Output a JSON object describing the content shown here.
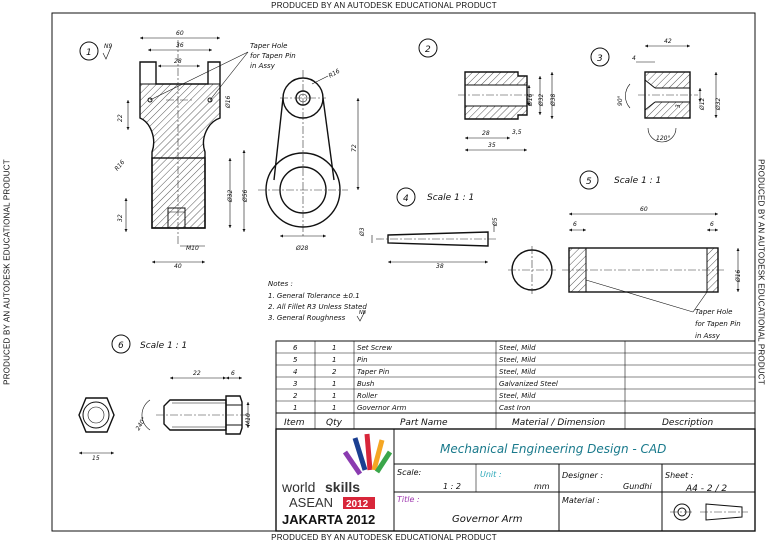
{
  "watermark": "PRODUCED BY AN AUTODESK EDUCATIONAL PRODUCT",
  "views": {
    "v1": {
      "num": "1",
      "roughness": "N9",
      "dims": {
        "d60": "60",
        "d36": "36",
        "d28": "28",
        "d22": "22",
        "d16": "Ø16",
        "r16": "R16",
        "d32": "Ø32",
        "d56": "Ø56",
        "d32v": "32",
        "d40": "40",
        "m10": "M10",
        "r16b": "R16",
        "d72": "72",
        "d28b": "Ø28"
      },
      "note": [
        "Taper Hole",
        "for Tapen Pin",
        "in Assy"
      ]
    },
    "v2": {
      "num": "2",
      "dims": {
        "d16": "Ø16",
        "d32": "Ø32",
        "d38": "Ø38",
        "d28": "28",
        "d35": "3,5",
        "d35b": "35"
      }
    },
    "v3": {
      "num": "3",
      "dims": {
        "d42": "42",
        "d4": "4",
        "d90": "90°",
        "d3": "3",
        "d120": "120°",
        "d12": "Ø12",
        "d32": "Ø32"
      }
    },
    "v4": {
      "num": "4",
      "scale": "Scale 1 : 1",
      "dims": {
        "d3": "Ø3",
        "d5": "Ø5",
        "d38": "38"
      }
    },
    "v5": {
      "num": "5",
      "scale": "Scale 1 : 1",
      "dims": {
        "d60": "60",
        "d6a": "6",
        "d6b": "6",
        "d16": "Ø16"
      },
      "note": [
        "Taper Hole",
        "for Tapen Pin",
        "in Assy"
      ]
    },
    "v6": {
      "num": "6",
      "scale": "Scale 1 : 1",
      "dims": {
        "d22": "22",
        "d6": "6",
        "d240": "240°",
        "m10": "M10",
        "d15": "15"
      }
    }
  },
  "notes": {
    "title": "Notes :",
    "lines": [
      "1. General Tolerance ±0.1",
      "2. All Fillet R3 Unless Stated",
      "3. General Roughness"
    ],
    "roughness": "N8"
  },
  "parts_list": {
    "headers": [
      "Item",
      "Qty",
      "Part Name",
      "Material / Dimension",
      "Description"
    ],
    "rows": [
      [
        "6",
        "1",
        "Set Screw",
        "Steel, Mild",
        ""
      ],
      [
        "5",
        "1",
        "Pin",
        "Steel, Mild",
        ""
      ],
      [
        "4",
        "2",
        "Taper Pin",
        "Steel, Mild",
        ""
      ],
      [
        "3",
        "1",
        "Bush",
        "Galvanized Steel",
        ""
      ],
      [
        "2",
        "1",
        "Roller",
        "Steel, Mild",
        ""
      ],
      [
        "1",
        "1",
        "Governor Arm",
        "Cast Iron",
        ""
      ]
    ]
  },
  "title_block": {
    "heading": "Mechanical Engineering Design - CAD",
    "logo": {
      "world": "world",
      "skills": "skills",
      "asean": "ASEAN",
      "year": "2012",
      "city": "JAKARTA 2012"
    },
    "scale_label": "Scale:",
    "scale_value": "1 : 2",
    "unit_label": "Unit :",
    "unit_value": "mm",
    "designer_label": "Designer :",
    "designer_value": "Gundhi",
    "sheet_label": "Sheet :",
    "sheet_value": "A4 - 2 / 2",
    "title_label": "Title :",
    "title_value": "Governor Arm",
    "material_label": "Material :"
  },
  "colors": {
    "heading": "#1a7a8c",
    "label_accent": "#2aa7b8",
    "title_label": "#a03ab0"
  }
}
